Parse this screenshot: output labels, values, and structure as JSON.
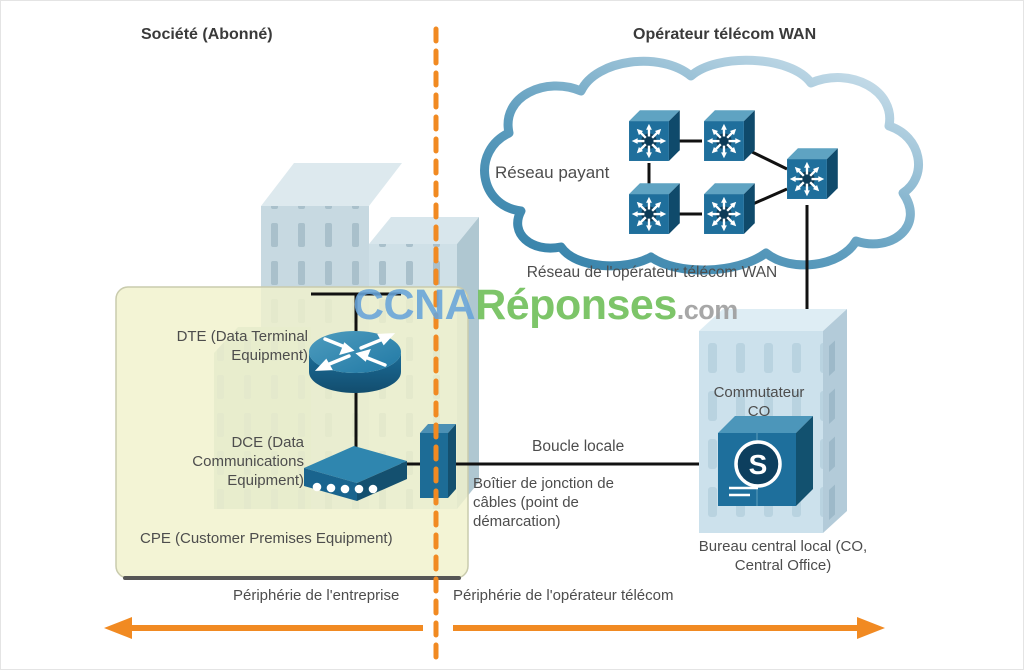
{
  "header": {
    "left": "Société (Abonné)",
    "right": "Opérateur télécom WAN"
  },
  "cloud": {
    "label": "Réseau payant",
    "caption": "Réseau de l'opérateur télécom WAN"
  },
  "labels": {
    "dte": "DTE (Data Terminal\nEquipment)",
    "dce": "DCE (Data\nCommunications\nEquipment)",
    "cpe": "CPE (Customer Premises Equipment)",
    "local_loop": "Boucle locale",
    "demarcation": "Boîtier de jonction de\ncâbles (point de\ndémarcation)",
    "co_switch": "Commutateur\nCO",
    "central_office": "Bureau central local (CO,\nCentral Office)",
    "enterprise_edge": "Périphérie de l'entreprise",
    "provider_edge": "Périphérie de l'opérateur télécom"
  },
  "watermark": {
    "part1": "CCNA",
    "part2": "Réponses",
    "part3": ".com"
  },
  "icons": {
    "wan_switch": "cube-with-starburst-arrows",
    "router": "cylinder-with-cross-arrows",
    "modem": "flat-box-with-dots",
    "demarcation_box": "vertical-slab",
    "co_switch": "cube-with-circled-S",
    "building": "3d-building-with-windows",
    "cloud": "network-cloud"
  },
  "colors": {
    "accent_orange": "#f18a22",
    "line_black": "#111111",
    "icon_blue_front": "#1f6f9c",
    "icon_blue_top": "#5fa3c2",
    "icon_blue_side": "#0f4a6b",
    "cloud_stroke_dark": "#2e7da6",
    "cloud_stroke_light": "#c9deea",
    "cpe_box_fill": "#f0f2cc",
    "building_left": "#c7d9e1",
    "building_right": "#cce1ec",
    "watermark_blue": "#68a4da",
    "watermark_green": "#6cbe55",
    "watermark_gray": "#9b9b9b",
    "label_gray": "#4d4d4d"
  }
}
